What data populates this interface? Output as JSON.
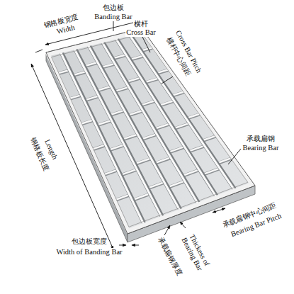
{
  "diagram": {
    "labels": [
      "包边板",
      "Banding Bar",
      "钢格板宽度",
      "Width",
      "横杆",
      "Cross Bar",
      "横杆中心间距",
      "Cross Bar Pitch",
      "钢格板长度",
      "Length",
      "承载扁钢",
      "Bearing Bar",
      "承载扁钢中心间距",
      "Bearing Bar Pitch",
      "承载扁钢厚度",
      "Thickess of Bearing Bar",
      "包边板宽度",
      "Width of Banding Bar"
    ]
  }
}
